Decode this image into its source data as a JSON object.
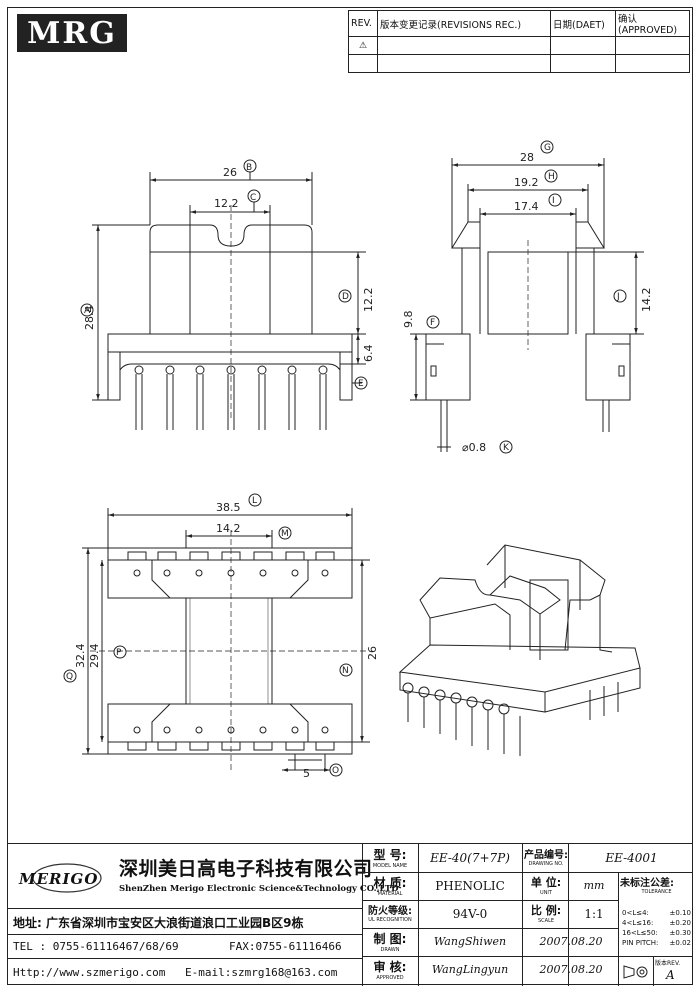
{
  "logo": {
    "text": "MRG"
  },
  "revision_table": {
    "headers": [
      "REV.",
      "版本变更记录(REVISIONS REC.)",
      "日期(DAET)",
      "确认(APPROVED)"
    ],
    "rows": [
      [
        "⚠",
        "",
        "",
        ""
      ],
      [
        "",
        "",
        "",
        ""
      ]
    ]
  },
  "front_view": {
    "dims": [
      {
        "value": "26",
        "ref": "B"
      },
      {
        "value": "12.2",
        "ref": "C"
      },
      {
        "value": "28.4",
        "ref": "A"
      },
      {
        "value": "12.2",
        "ref": "D"
      },
      {
        "value": "6.4",
        "ref": "E"
      }
    ]
  },
  "side_view": {
    "dims": [
      {
        "value": "28",
        "ref": "G"
      },
      {
        "value": "19.2",
        "ref": "H"
      },
      {
        "value": "17.4",
        "ref": "I"
      },
      {
        "value": "14.2",
        "ref": "J"
      },
      {
        "value": "9.8",
        "ref": "F"
      },
      {
        "value": "⌀0.8",
        "ref": "K"
      }
    ]
  },
  "bottom_view": {
    "dims": [
      {
        "value": "38.5",
        "ref": "L"
      },
      {
        "value": "14.2",
        "ref": "M"
      },
      {
        "value": "32.4",
        "ref": "Q"
      },
      {
        "value": "29.4",
        "ref": "P"
      },
      {
        "value": "26",
        "ref": "N"
      },
      {
        "value": "5",
        "ref": "O"
      }
    ]
  },
  "title_block": {
    "company_cn": "深圳美日高电子科技有限公司",
    "company_en": "ShenZhen Merigo Electronic Science&Technology CO.,LTD",
    "brand": "MERIGO",
    "address": "地址: 广东省深圳市宝安区大浪街道浪口工业园B区9栋",
    "tel": "TEL : 0755-61116467/68/69",
    "fax": "FAX:0755-61116466",
    "http": "Http://www.szmerigo.com",
    "email": "E-mail:szmrg168@163.com",
    "fields": {
      "model_label": "型 号:",
      "model_sub": "MODEL NAME",
      "model_value": "EE-40(7+7P)",
      "material_label": "材 质:",
      "material_sub": "MATERIAL",
      "material_value": "PHENOLIC",
      "ul_label": "防火等级:",
      "ul_sub": "UL RECOGNITION",
      "ul_value": "94V-0",
      "drawn_label": "制 图:",
      "drawn_sub": "DRAWN",
      "drawn_value": "WangShiwen",
      "drawn_date": "2007.08.20",
      "approved_label": "审 核:",
      "approved_sub": "APPROVED",
      "approved_value": "WangLingyun",
      "approved_date": "2007.08.20",
      "drawing_no_label": "产品编号:",
      "drawing_no_sub": "DRAWING NO.",
      "drawing_no_value": "EE-4001",
      "unit_label": "单 位:",
      "unit_sub": "UNIT",
      "unit_value": "mm",
      "scale_label": "比 例:",
      "scale_sub": "SCALE",
      "scale_value": "1:1",
      "tolerance_label": "未标注公差:",
      "tolerance_sub": "TOLERANCE",
      "tolerances": [
        {
          "range": "0<L≤4:",
          "value": "±0.10"
        },
        {
          "range": "4<L≤16:",
          "value": "±0.20"
        },
        {
          "range": "16<L≤50:",
          "value": "±0.30"
        },
        {
          "range": "PIN PITCH:",
          "value": "±0.02"
        }
      ],
      "rev_label": "版本REV.",
      "rev_value": "A"
    }
  }
}
